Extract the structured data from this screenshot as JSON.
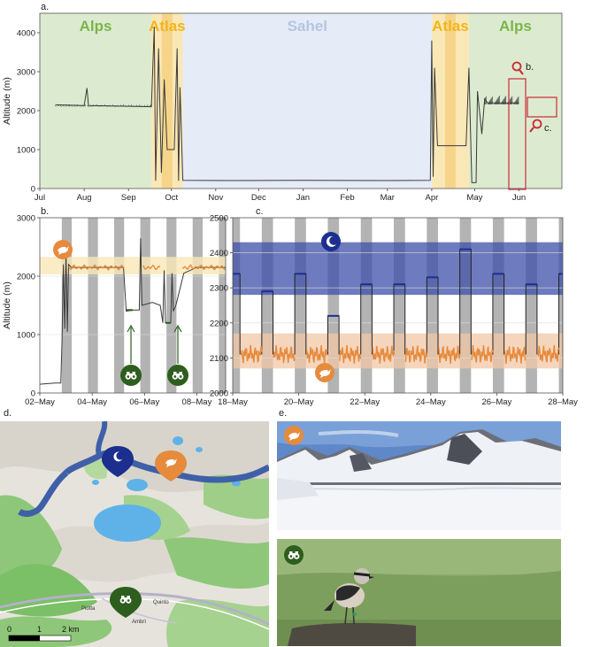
{
  "colors": {
    "alps": "#dcebd0",
    "atlas": "#f9e7b6",
    "atlas_dark": "#f6d58a",
    "sahel": "#e5ebf7",
    "alps_text": "#7ab648",
    "atlas_text": "#f2b51c",
    "sahel_text": "#b5c5e0",
    "trace": "#3a3a3a",
    "orange": "#e68a3c",
    "navy": "#1c2f8f",
    "green": "#2e5e1e",
    "night": "#9a9a9a",
    "highlight": "#cc2a36"
  },
  "panel_labels": {
    "a": "a.",
    "b": "b.",
    "c": "c.",
    "d": "d.",
    "e": "e."
  },
  "callouts": {
    "b": "b.",
    "c": "c."
  },
  "chart_data": [
    {
      "id": "a",
      "type": "line",
      "ylabel": "Altitude (m)",
      "xlabel": "",
      "ylim": [
        0,
        4500
      ],
      "yticks": [
        0,
        1000,
        2000,
        3000,
        4000
      ],
      "xtick_labels": [
        "Jul",
        "Aug",
        "Sep",
        "Oct",
        "Nov",
        "Dec",
        "Jan",
        "Feb",
        "Mar",
        "Apr",
        "May",
        "Jun"
      ],
      "regions": [
        {
          "label": "Alps",
          "start": "Jul 1",
          "end": "Sep 17"
        },
        {
          "label": "Atlas",
          "start": "Sep 17",
          "end": "Oct 9"
        },
        {
          "label": "Sahel",
          "start": "Oct 9",
          "end": "Apr 1"
        },
        {
          "label": "Atlas",
          "start": "Apr 1",
          "end": "Apr 27"
        },
        {
          "label": "Alps",
          "start": "Apr 27",
          "end": "Jun 30"
        }
      ],
      "series": [
        {
          "values": [
            [
              "Jul 12",
              2150
            ],
            [
              "Aug 1",
              2130
            ],
            [
              "Aug 3",
              2580
            ],
            [
              "Aug 4",
              2130
            ],
            [
              "Aug 20",
              2120
            ],
            [
              "Sep 17",
              2100
            ],
            [
              "Sep 19",
              4150
            ],
            [
              "Sep 20",
              200
            ],
            [
              "Sep 22",
              3600
            ],
            [
              "Sep 24",
              400
            ],
            [
              "Sep 26",
              2800
            ],
            [
              "Sep 28",
              1000
            ],
            [
              "Oct 3",
              1000
            ],
            [
              "Oct 5",
              3600
            ],
            [
              "Oct 6",
              200
            ],
            [
              "Oct 7",
              2600
            ],
            [
              "Oct 9",
              210
            ],
            [
              "Nov 15",
              205
            ],
            [
              "Jan 1",
              210
            ],
            [
              "Mar 1",
              205
            ],
            [
              "Mar 31",
              210
            ],
            [
              "Apr 1",
              3800
            ],
            [
              "Apr 2",
              300
            ],
            [
              "Apr 3",
              3100
            ],
            [
              "Apr 5",
              1100
            ],
            [
              "Apr 25",
              1100
            ],
            [
              "Apr 27",
              3100
            ],
            [
              "Apr 29",
              150
            ],
            [
              "May 2",
              150
            ],
            [
              "May 3",
              2500
            ],
            [
              "May 6",
              1400
            ],
            [
              "May 8",
              2300
            ],
            [
              "May 10",
              2200
            ],
            [
              "May 15",
              2200
            ],
            [
              "May 25",
              2200
            ],
            [
              "Jun 1",
              2200
            ]
          ]
        }
      ]
    },
    {
      "id": "b",
      "type": "line",
      "ylabel": "Altitude (m)",
      "ylim": [
        0,
        3000
      ],
      "yticks": [
        0,
        1000,
        2000,
        3000
      ],
      "xtick_labels": [
        "02–May",
        "04–May",
        "06–May",
        "08–May"
      ],
      "xlim_days": [
        2.0,
        9.1
      ],
      "band": {
        "from": 2030,
        "to": 2330
      },
      "series": [
        {
          "name": "",
          "values": [
            [
              2.0,
              150
            ],
            [
              2.3,
              160
            ],
            [
              2.6,
              170
            ],
            [
              2.8,
              170
            ],
            [
              2.85,
              900
            ],
            [
              2.9,
              2200
            ],
            [
              2.95,
              1100
            ],
            [
              3.0,
              2450
            ],
            [
              3.05,
              1050
            ],
            [
              3.1,
              2200
            ],
            [
              3.2,
              2150
            ],
            [
              4.0,
              2150
            ],
            [
              5.0,
              2150
            ],
            [
              5.2,
              2150
            ],
            [
              5.3,
              1400
            ],
            [
              5.6,
              1420
            ],
            [
              5.8,
              1420
            ],
            [
              5.85,
              2650
            ],
            [
              5.9,
              1500
            ],
            [
              6.3,
              1550
            ],
            [
              6.6,
              1500
            ],
            [
              6.7,
              1200
            ],
            [
              6.75,
              2100
            ],
            [
              6.8,
              1200
            ],
            [
              7.0,
              1200
            ],
            [
              7.05,
              2050
            ],
            [
              7.1,
              1400
            ],
            [
              7.2,
              1500
            ],
            [
              7.5,
              2050
            ],
            [
              8.0,
              2150
            ],
            [
              9.1,
              2150
            ]
          ]
        }
      ]
    },
    {
      "id": "c",
      "type": "line",
      "ylim": [
        2000,
        2500
      ],
      "yticks": [
        2000,
        2100,
        2200,
        2300,
        2400,
        2500
      ],
      "xtick_labels": [
        "18–May",
        "20–May",
        "22–May",
        "24–May",
        "26–May",
        "28–May"
      ],
      "xlim_days": [
        18,
        28
      ],
      "night_band": {
        "from": 2280,
        "to": 2430
      },
      "day_band": {
        "from": 2070,
        "to": 2170
      },
      "night_values": [
        2340,
        2290,
        2340,
        2220,
        2310,
        2310,
        2330,
        2410,
        2340,
        2310,
        2340,
        2310
      ],
      "day_value": 2110
    }
  ],
  "map": {
    "places": [
      "Piotta",
      "Quinto",
      "Ambrì"
    ],
    "scale": {
      "zero": "0",
      "one": "1",
      "two": "2 km"
    }
  },
  "icons": {
    "bird": "bird-marker-icon",
    "moon": "moon-marker-icon",
    "binoculars": "binoculars-marker-icon"
  }
}
